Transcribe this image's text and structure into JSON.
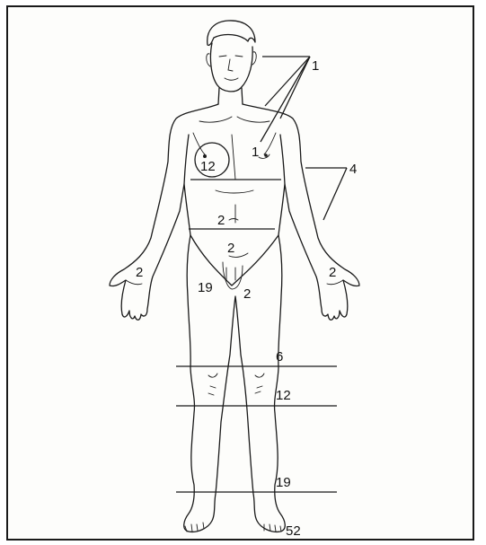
{
  "labels": {
    "head_group": "1",
    "chest": "1",
    "circle": "12",
    "arms_group": "4",
    "abdomen": "2",
    "lower_abdomen": "2",
    "left_palm": "2",
    "right_palm": "2",
    "genital_left": "19",
    "genital_right": "2",
    "thigh": "6",
    "knee": "12",
    "lower_leg": "19",
    "feet": "52"
  }
}
